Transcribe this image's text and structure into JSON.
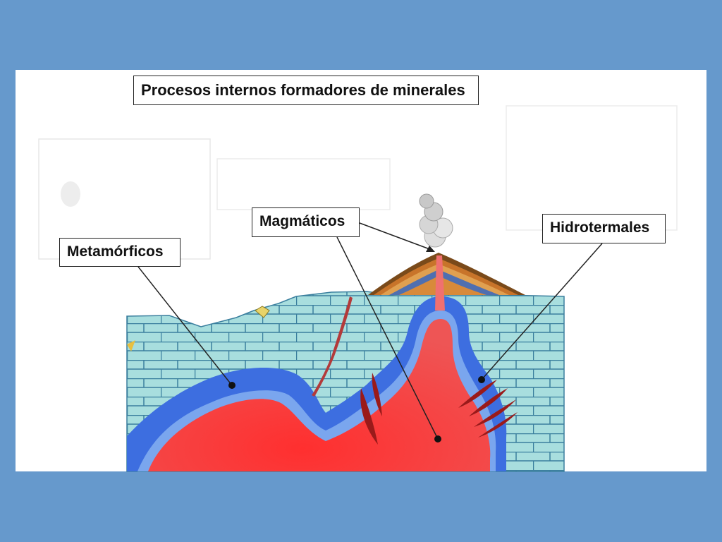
{
  "slide": {
    "title": "Procesos internos formadores de minerales",
    "labels": {
      "metamorficos": "Metamórficos",
      "magmaticos": "Magmáticos",
      "hidrotermales": "Hidrotermales"
    }
  },
  "colors": {
    "background": "#6699cc",
    "panel": "#ffffff",
    "limestone": "#a8dede",
    "mortar": "#3a7f9e",
    "metamorphic_aureole": "#3d6ee0",
    "metamorphic_aureole_light": "#7aa6ee",
    "magma": "#ee4444",
    "magma_light": "#f26060",
    "hydrothermal_veins": "#9a1a1a",
    "volcano": "#c8742a",
    "smoke": "#d8d8d8",
    "line": "#222222"
  }
}
